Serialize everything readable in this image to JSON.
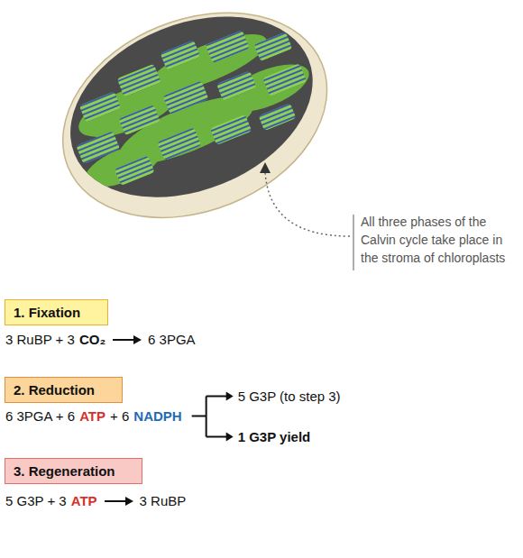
{
  "diagram": {
    "nodes": [
      {
        "text": [
          "1. Fixation"
        ]
      },
      {
        "text": [
          "2. Reduction"
        ]
      },
      {
        "text": [
          "3. Regeneration"
        ]
      }
    ],
    "labels": [
      "All three phases of the Calvin cycle take place in the stroma of chloroplasts",
      "3 RuBP + 3",
      "CO₂",
      "6 3PGA",
      "6 3PGA + 6",
      "ATP",
      "+ 6",
      "NADPH",
      "5 G3P (to step 3)",
      "1 G3P yield",
      "5 G3P + 3",
      "ATP",
      "3 RuBP"
    ]
  }
}
